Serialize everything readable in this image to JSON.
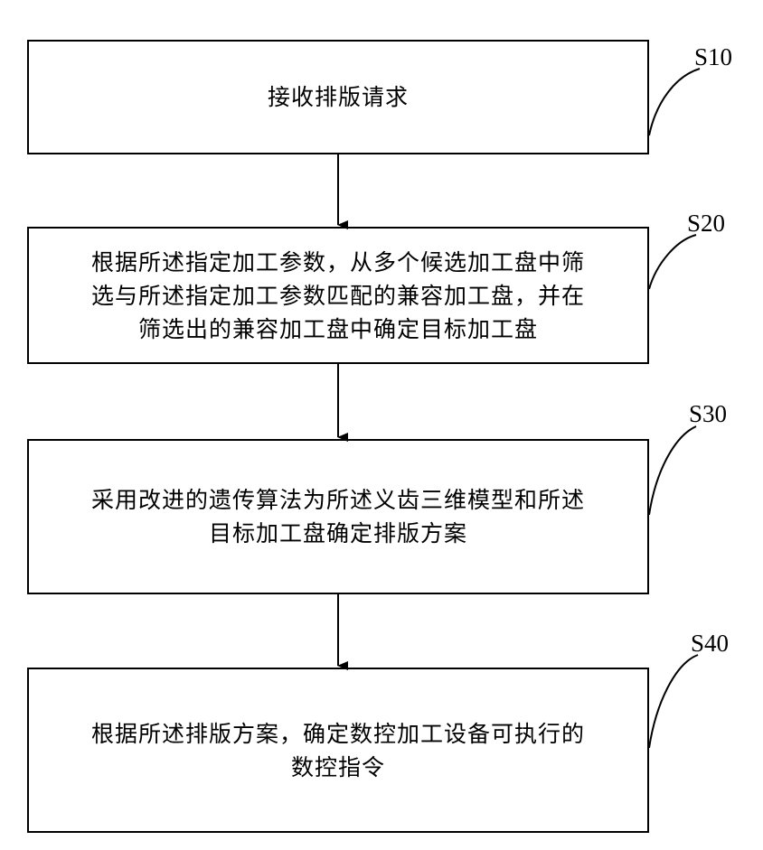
{
  "steps": [
    {
      "label": "S10",
      "text": "接收排版请求"
    },
    {
      "label": "S20",
      "text": "根据所述指定加工参数，从多个候选加工盘中筛\n选与所述指定加工参数匹配的兼容加工盘，并在\n筛选出的兼容加工盘中确定目标加工盘"
    },
    {
      "label": "S30",
      "text": "采用改进的遗传算法为所述义齿三维模型和所述\n目标加工盘确定排版方案"
    },
    {
      "label": "S40",
      "text": "根据所述排版方案，确定数控加工设备可执行的\n数控指令"
    }
  ]
}
